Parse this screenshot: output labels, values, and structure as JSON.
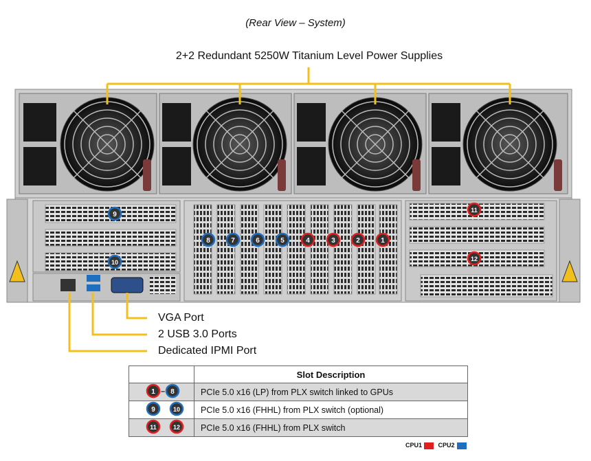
{
  "caption": "(Rear View – System)",
  "psu_caption": "2+2 Redundant  5250W Titanium  Level  Power Supplies",
  "ports": {
    "vga": "VGA Port",
    "usb": "2 USB 3.0 Ports",
    "ipmi": "Dedicated IPMI Port"
  },
  "slots_left": {
    "top": "9",
    "bottom": "10"
  },
  "slots_center": [
    {
      "num": "8",
      "cpu": "CPU2"
    },
    {
      "num": "7",
      "cpu": "CPU2"
    },
    {
      "num": "6",
      "cpu": "CPU2"
    },
    {
      "num": "5",
      "cpu": "CPU2"
    },
    {
      "num": "4",
      "cpu": "CPU1"
    },
    {
      "num": "3",
      "cpu": "CPU1"
    },
    {
      "num": "2",
      "cpu": "CPU1"
    },
    {
      "num": "1",
      "cpu": "CPU1"
    }
  ],
  "slots_right": {
    "top": "11",
    "bottom": "12"
  },
  "table": {
    "header": "Slot Description",
    "rows": [
      {
        "a": "1",
        "sep": "–",
        "b": "8",
        "a_cpu": "CPU1",
        "b_cpu": "CPU2",
        "desc": "PCIe  5.0  x16 (LP)  from  PLX  switch  linked to  GPUs"
      },
      {
        "a": "9",
        "sep": "",
        "b": "10",
        "a_cpu": "CPU2",
        "b_cpu": "CPU2",
        "desc": "PCIe  5.0  x16  (FHHL)  from  PLX  switch  (optional)"
      },
      {
        "a": "11",
        "sep": "",
        "b": "12",
        "a_cpu": "CPU1",
        "b_cpu": "CPU1",
        "desc": "PCIe  5.0  x16  (FHHL)  from  PLX  switch"
      }
    ]
  },
  "legend": [
    {
      "label": "CPU1",
      "color": "#e02020"
    },
    {
      "label": "CPU2",
      "color": "#1f6fc0"
    }
  ],
  "warning_label": "WARNING",
  "colors": {
    "callout": "#f2c01e",
    "cpu1": "#e02020",
    "cpu2": "#1f6fc0"
  }
}
